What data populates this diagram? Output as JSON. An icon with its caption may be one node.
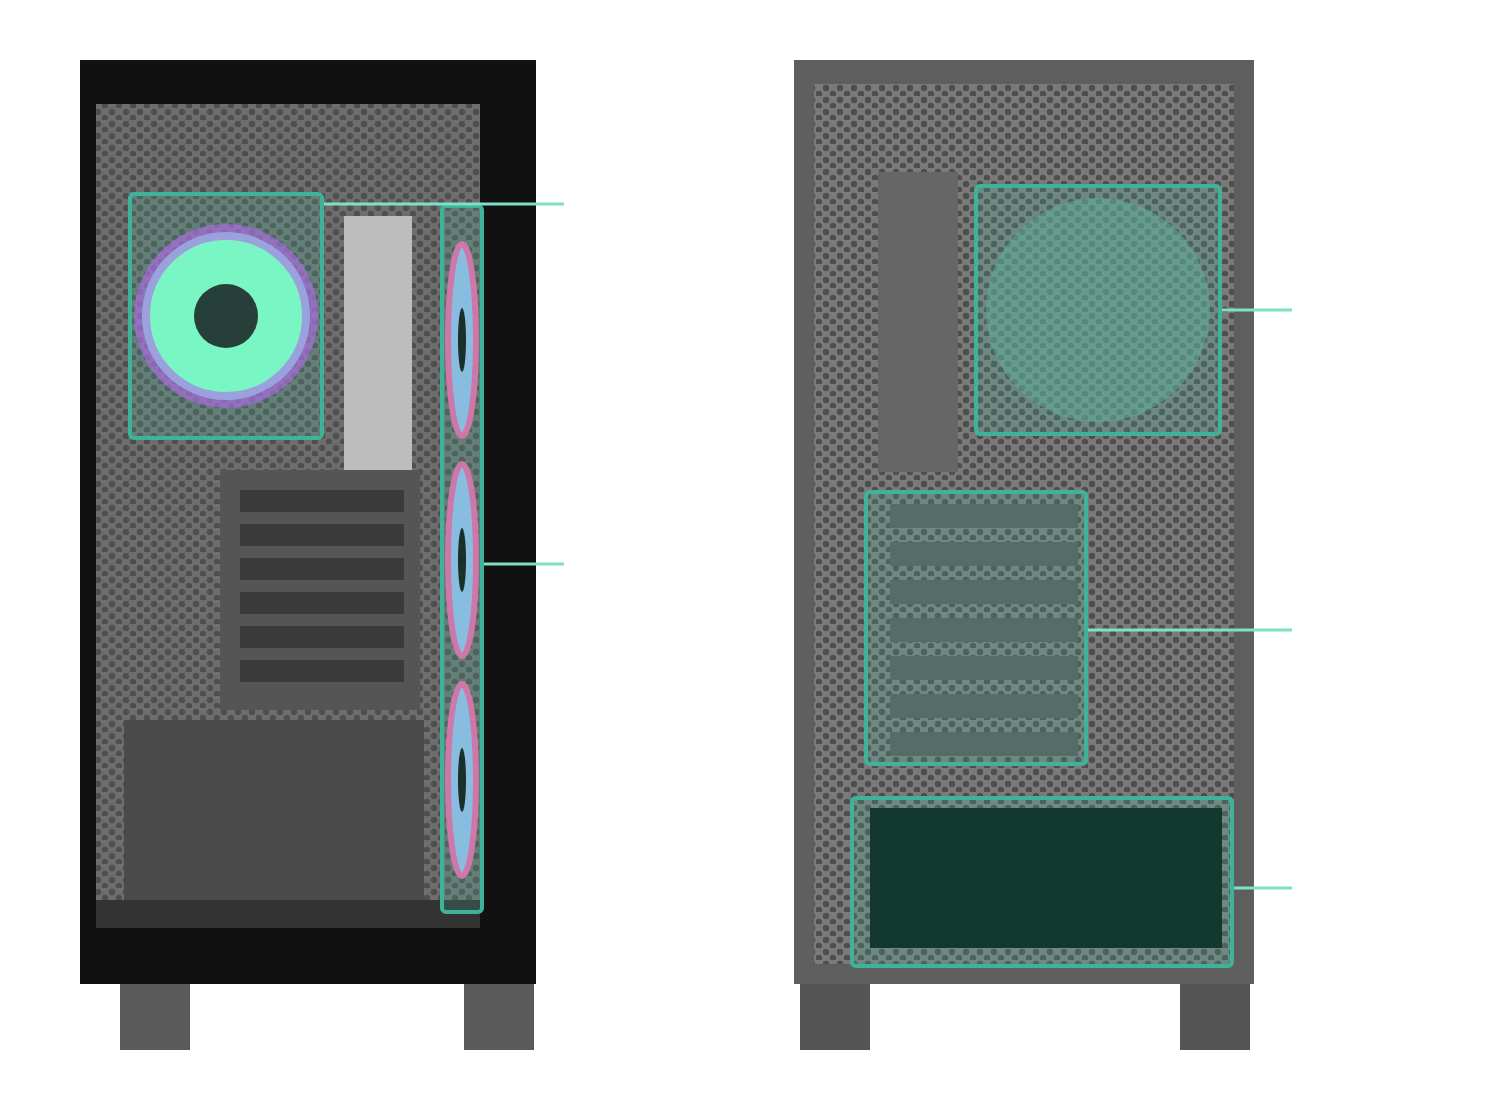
{
  "diagram": {
    "nodes": [
      {
        "text": [],
        "shape": "picture"
      },
      {
        "text": [],
        "shape": "picture"
      },
      {
        "text": [],
        "shape": "box",
        "in": 0
      },
      {
        "text": [],
        "shape": "box",
        "in": 0
      },
      {
        "text": [],
        "shape": "box",
        "in": 1
      },
      {
        "text": [],
        "shape": "box",
        "in": 1
      },
      {
        "text": [],
        "shape": "box",
        "in": 1
      }
    ],
    "edges": [
      {
        "from": null,
        "to": 2,
        "arrow": "none"
      },
      {
        "from": null,
        "to": 3,
        "arrow": "none"
      },
      {
        "from": null,
        "to": 4,
        "arrow": "none"
      },
      {
        "from": null,
        "to": 5,
        "arrow": "none"
      },
      {
        "from": null,
        "to": 6,
        "arrow": "none"
      }
    ]
  }
}
